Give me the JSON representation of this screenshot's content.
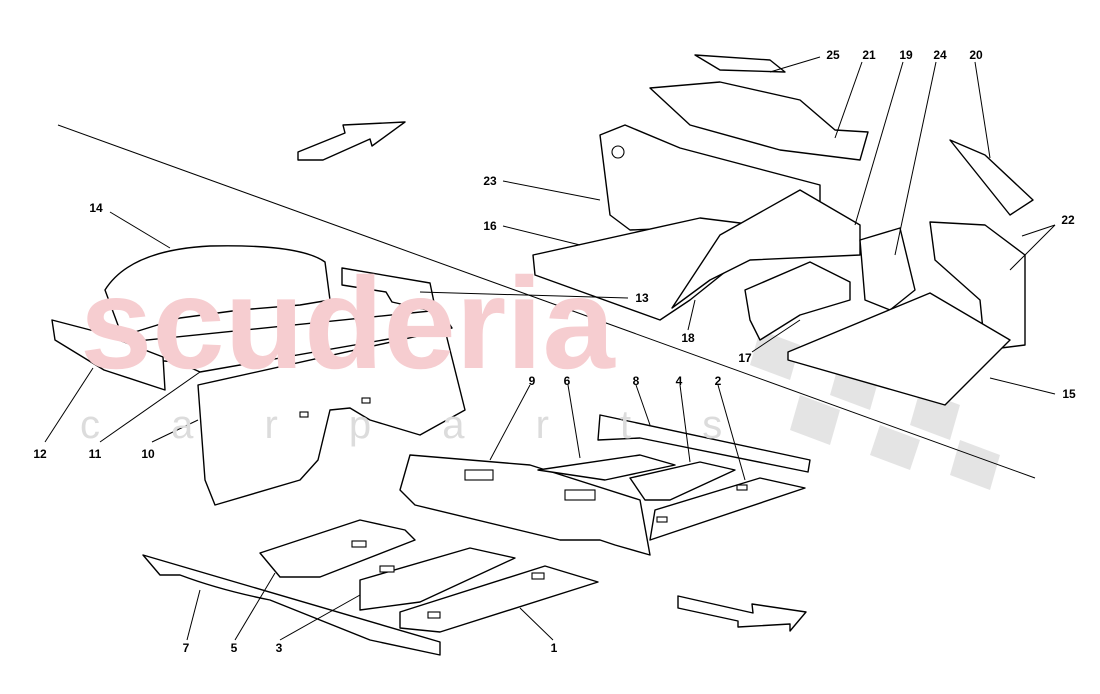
{
  "diagram": {
    "watermark": {
      "line1": "scuderia",
      "line2": "c a r p a r t s"
    },
    "part_labels": [
      "1",
      "2",
      "3",
      "4",
      "5",
      "6",
      "7",
      "8",
      "9",
      "10",
      "11",
      "12",
      "13",
      "14",
      "15",
      "16",
      "17",
      "18",
      "19",
      "20",
      "21",
      "22",
      "23",
      "24",
      "25"
    ]
  }
}
